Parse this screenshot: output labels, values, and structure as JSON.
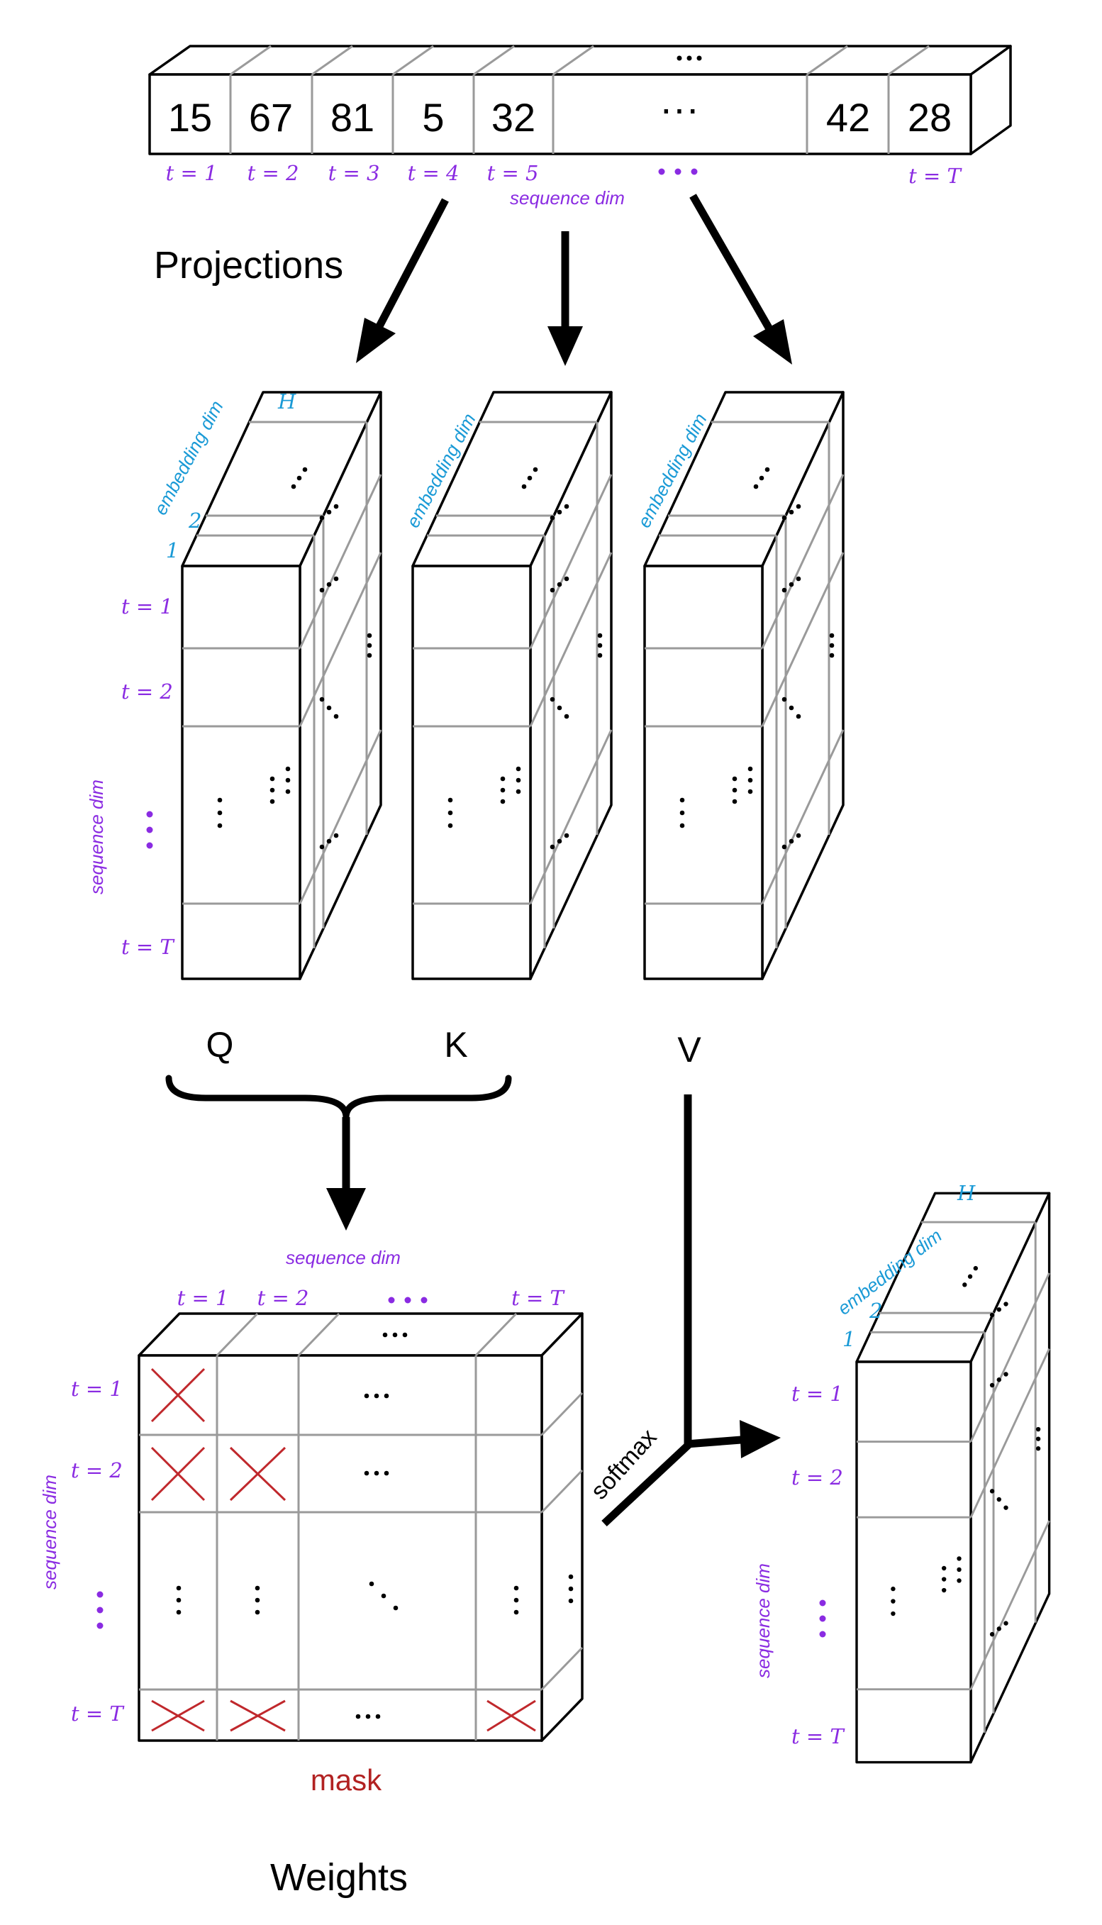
{
  "input_sequence": {
    "tokens": [
      "15",
      "67",
      "81",
      "5",
      "32",
      "···",
      "42",
      "28"
    ],
    "time_labels": [
      "t = 1",
      "t = 2",
      "t = 3",
      "t = 4",
      "t = 5",
      "t = T"
    ],
    "dim_label": "sequence dim"
  },
  "projections_label": "Projections",
  "tensors": {
    "embedding_label": "embedding dim",
    "sequence_label": "sequence dim",
    "emb_index_1": "1",
    "emb_index_2": "2",
    "emb_index_H": "H",
    "time_labels": [
      "t = 1",
      "t = 2",
      "t = T"
    ],
    "q_label": "Q",
    "k_label": "K",
    "v_label": "V"
  },
  "weights": {
    "top_dim_label": "sequence dim",
    "side_dim_label": "sequence dim",
    "col_labels": [
      "t = 1",
      "t = 2",
      "t = T"
    ],
    "row_labels": [
      "t = 1",
      "t = 2",
      "t = T"
    ],
    "mask_label": "mask",
    "title": "Weights"
  },
  "softmax_label": "softmax",
  "output": {
    "embedding_label": "embedding dim",
    "sequence_label": "sequence dim",
    "emb_index_1": "1",
    "emb_index_2": "2",
    "emb_index_H": "H",
    "time_labels": [
      "t = 1",
      "t = 2",
      "t = T"
    ]
  },
  "colors": {
    "sequence": "#8a2be2",
    "embedding": "#1a9ad6",
    "mask": "#b22222",
    "grid": "#9a9a9a"
  }
}
